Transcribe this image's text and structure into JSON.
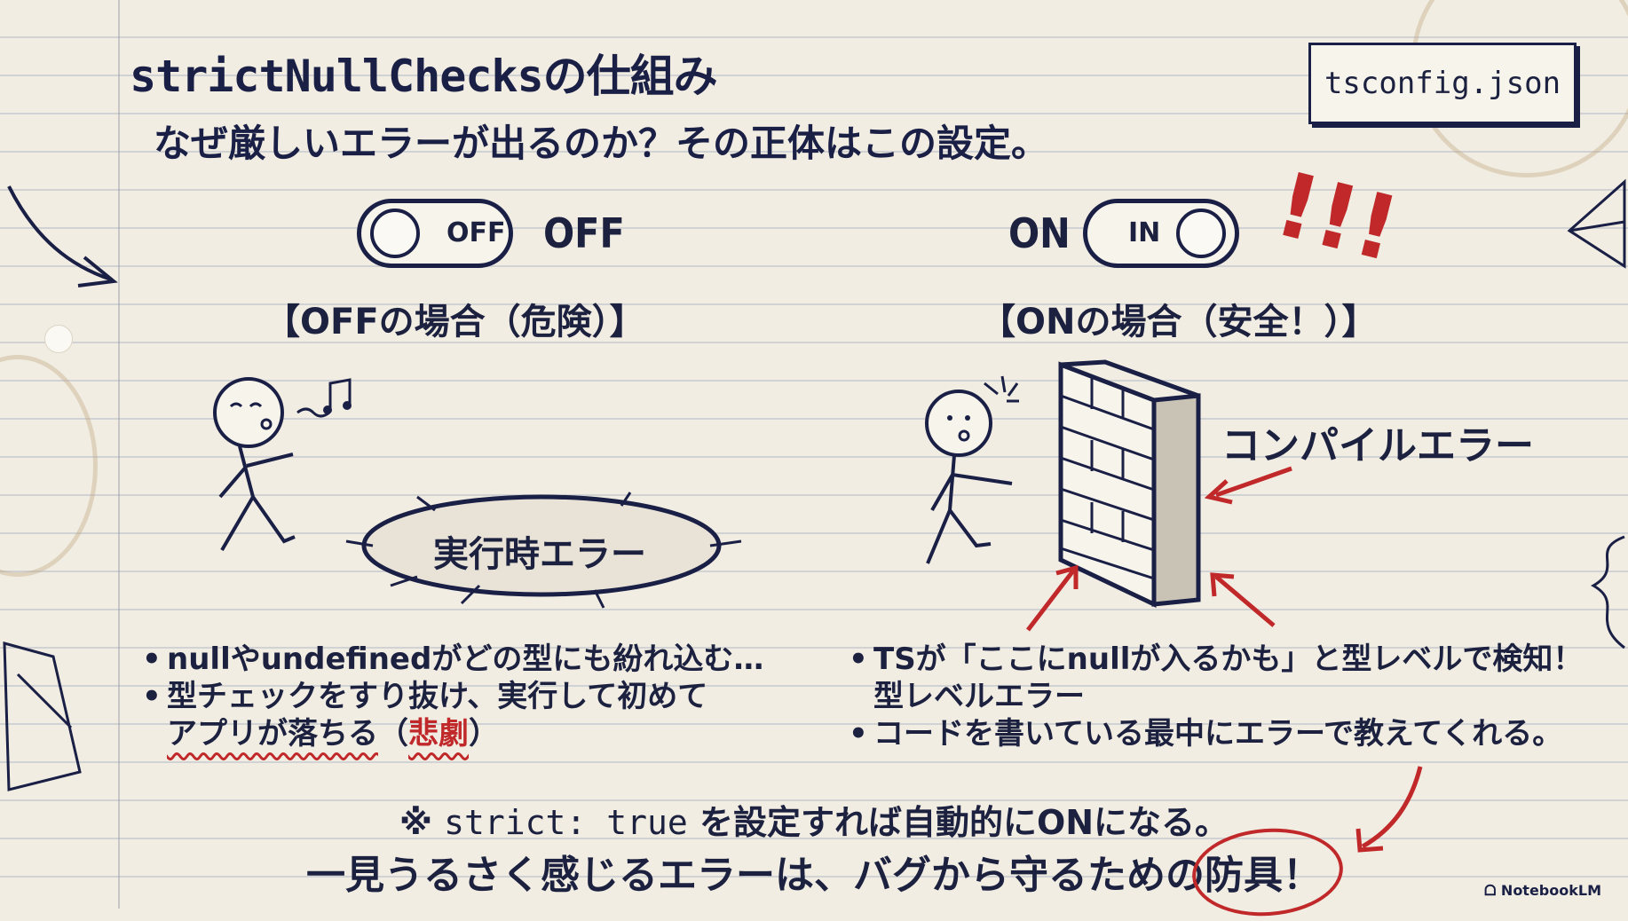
{
  "slide": {
    "title": "strictNullChecksの仕組み",
    "subtitle": "なぜ厳しいエラーが出るのか？その正体はこの設定。",
    "config_badge": "tsconfig.json"
  },
  "toggles": {
    "off": {
      "switch_text": "OFF",
      "word": "OFF"
    },
    "on": {
      "switch_text": "IN",
      "word": "ON"
    },
    "alert_marks": "!!!"
  },
  "cases": {
    "off": {
      "heading": "【OFFの場合（危険）】",
      "hole_label": "実行時エラー",
      "bullets": [
        {
          "text": "nullやundefinedがどの型にも紛れ込む…"
        },
        {
          "line1": "型チェックをすり抜け、実行して初めて",
          "line2_a": "アプリが落ちる",
          "line2_b": "（",
          "line2_c": "悲劇",
          "line2_d": "）"
        }
      ]
    },
    "on": {
      "heading": "【ONの場合（安全！）】",
      "wall_label": "コンパイルエラー",
      "bullets": [
        {
          "line1": "TSが「ここにnullが入るかも」と型レベルで検知！",
          "line2": "型レベルエラー"
        },
        {
          "text": "コードを書いている最中にエラーで教えてくれる。"
        }
      ]
    }
  },
  "footer": {
    "note_prefix": "※ ",
    "note_code": "strict: true",
    "note_suffix": " を設定すれば自動的にONになる。",
    "closing_main": "一見うるさく感じるエラーは、バグから守るための",
    "closing_circled": "防具！",
    "brand": "NotebookLM"
  },
  "colors": {
    "ink": "#1a1f45",
    "accent_red": "#c0282a",
    "paper": "#f1ede2"
  }
}
